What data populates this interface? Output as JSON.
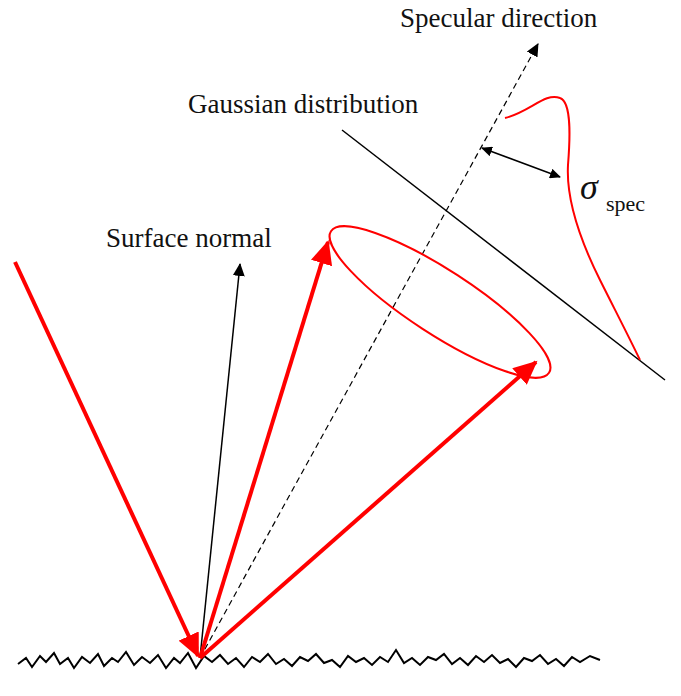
{
  "diagram": {
    "labels": [
      "Specular direction",
      "Gaussian distribution",
      "Surface normal",
      "σ",
      "spec"
    ]
  }
}
